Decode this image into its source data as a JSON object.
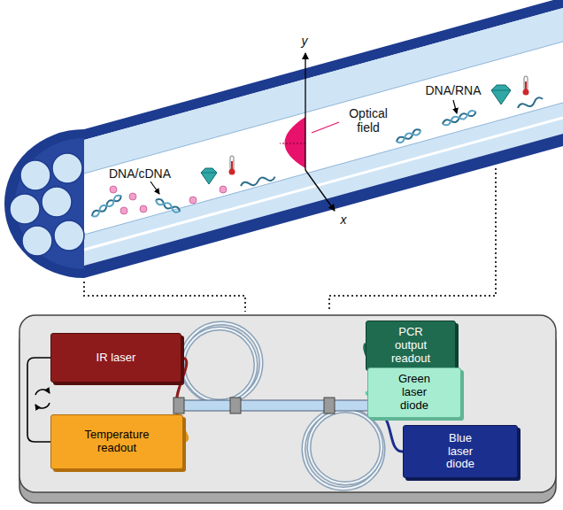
{
  "diagram": {
    "nodes": [
      {
        "text": [
          "IR laser"
        ]
      },
      {
        "text": [
          "Temperature readout"
        ]
      },
      {
        "text": [
          "PCR output readout"
        ]
      },
      {
        "text": [
          "Green laser diode"
        ]
      },
      {
        "text": [
          "Blue laser diode"
        ]
      }
    ],
    "edges": [
      {
        "from": 0,
        "to": 1,
        "arrow": "none"
      }
    ],
    "labels": [
      "y",
      "x",
      "Optical field",
      "DNA/cDNA",
      "DNA/RNA"
    ]
  }
}
